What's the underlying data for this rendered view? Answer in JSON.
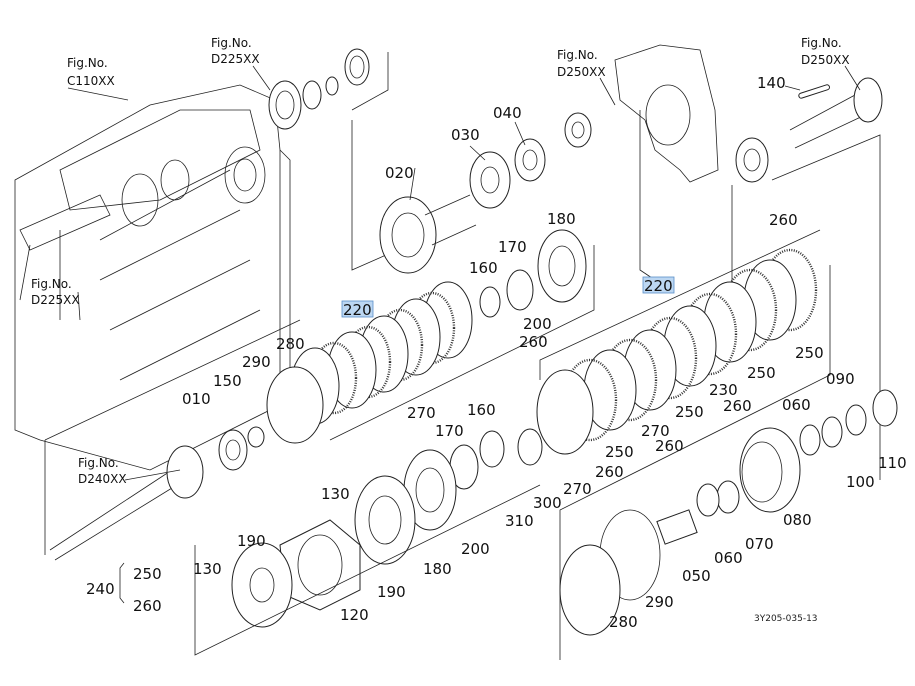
{
  "figure_refs": [
    {
      "label": "Fig.No.",
      "code": "C110XX"
    },
    {
      "label": "Fig.No.",
      "code": "D225XX"
    },
    {
      "label": "Fig.No.",
      "code": "D225XX"
    },
    {
      "label": "Fig.No.",
      "code": "D250XX"
    },
    {
      "label": "Fig.No.",
      "code": "D250XX"
    },
    {
      "label": "Fig.No.",
      "code": "D240XX"
    }
  ],
  "callouts": [
    "140",
    "020",
    "030",
    "040",
    "180",
    "170",
    "160",
    "200",
    "260",
    "220",
    "220",
    "260",
    "280",
    "290",
    "150",
    "010",
    "270",
    "250",
    "250",
    "230",
    "090",
    "260",
    "060",
    "250",
    "270",
    "260",
    "250",
    "260",
    "270",
    "110",
    "100",
    "160",
    "170",
    "310",
    "300",
    "130",
    "200",
    "180",
    "190",
    "190",
    "130",
    "120",
    "240",
    "250",
    "260",
    "080",
    "070",
    "060",
    "050",
    "290",
    "280"
  ],
  "highlighted_part": "220",
  "highlight_color": "#bcd7f2",
  "drawing_code": "3Y205-035-13"
}
